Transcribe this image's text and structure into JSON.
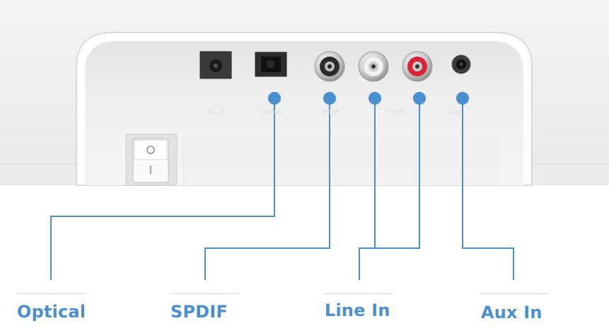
{
  "product": {
    "ports_printed": [
      "DC in",
      "Optical",
      "SPDIF",
      "Line in",
      "Aux"
    ]
  },
  "callouts": [
    {
      "label": "Optical"
    },
    {
      "label": "SPDIF"
    },
    {
      "label": "Line In"
    },
    {
      "label": "Aux In"
    }
  ],
  "colors": {
    "accent": "#4a8fd0",
    "panel": "#f3f3f3",
    "rca_red": "#d8253a"
  }
}
